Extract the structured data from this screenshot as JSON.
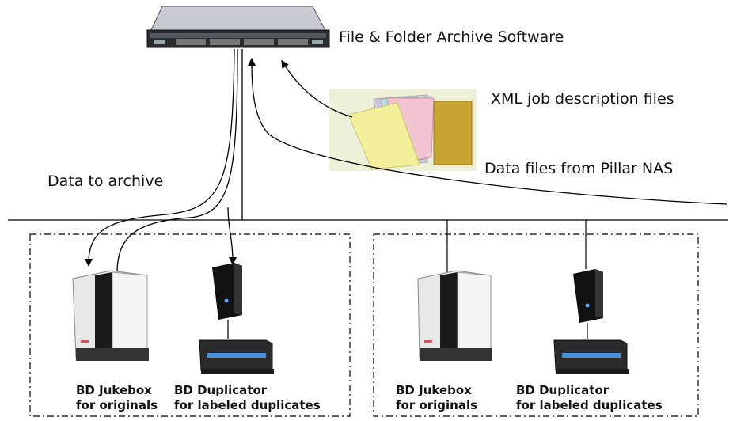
{
  "labels": {
    "server": "File & Folder Archive Software",
    "xml": "XML job description files",
    "nas": "Data files from Pillar NAS",
    "archive": "Data to archive"
  },
  "groups": [
    {
      "jukebox_line1": "BD Jukebox",
      "jukebox_line2": "for originals",
      "duplicator_line1": "BD Duplicator",
      "duplicator_line2": "for labeled duplicates"
    },
    {
      "jukebox_line1": "BD Jukebox",
      "jukebox_line2": "for originals",
      "duplicator_line1": "BD Duplicator",
      "duplicator_line2": "for labeled duplicates"
    }
  ],
  "colors": {
    "line": "#000000",
    "folder_yellow": "#f3ef9a",
    "folder_gold": "#c9a634",
    "folder_bg": "#eef0d8"
  },
  "icons": [
    "rack-server-icon",
    "folder-stack-icon",
    "jukebox-icon",
    "tower-pc-icon",
    "disc-duplicator-icon"
  ]
}
